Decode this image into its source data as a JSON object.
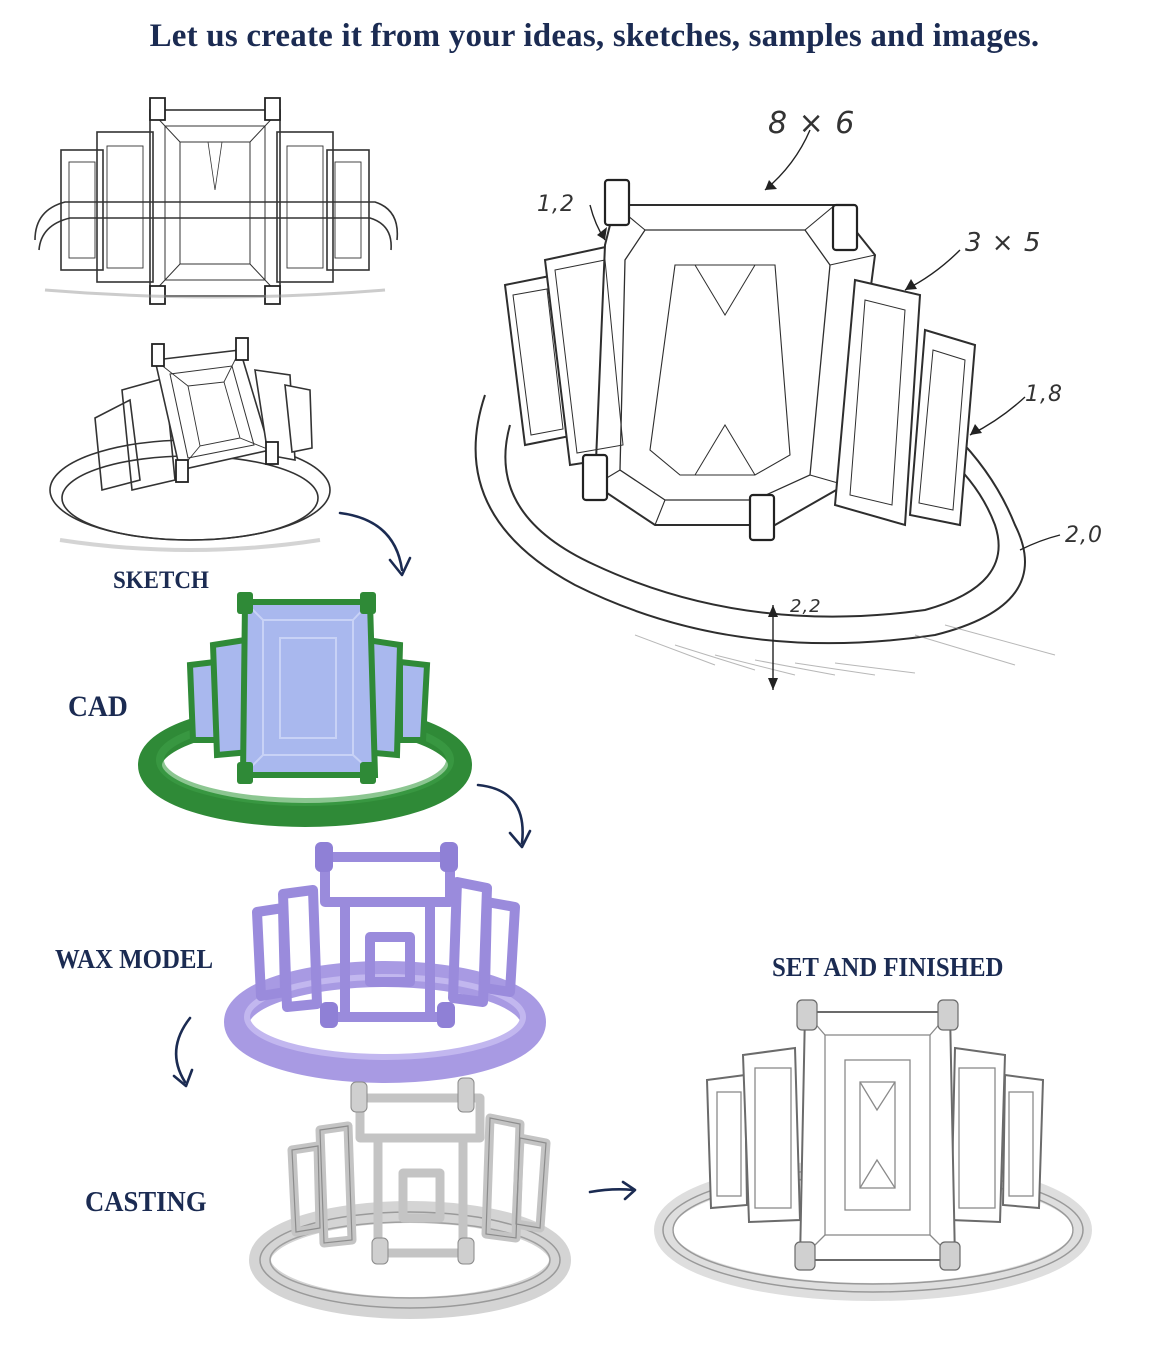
{
  "headline": "Let us create it from your ideas, sketches, samples and images.",
  "stages": {
    "sketch": "SKETCH",
    "cad": "CAD",
    "wax": "WAX MODEL",
    "casting": "CASTING",
    "finished": "SET AND FINISHED"
  },
  "dimensions": {
    "center_stone": "8 × 6",
    "side_stone": "3 × 5",
    "prong": "1,2",
    "setting": "1,8",
    "band_height": "2,0",
    "band_width": "2,2"
  },
  "colors": {
    "navy": "#1b2b52",
    "cad_metal": "#2f8a37",
    "cad_stone": "#a9b8ee",
    "wax": "#a89ae3",
    "silver": "#d8d8d8"
  }
}
